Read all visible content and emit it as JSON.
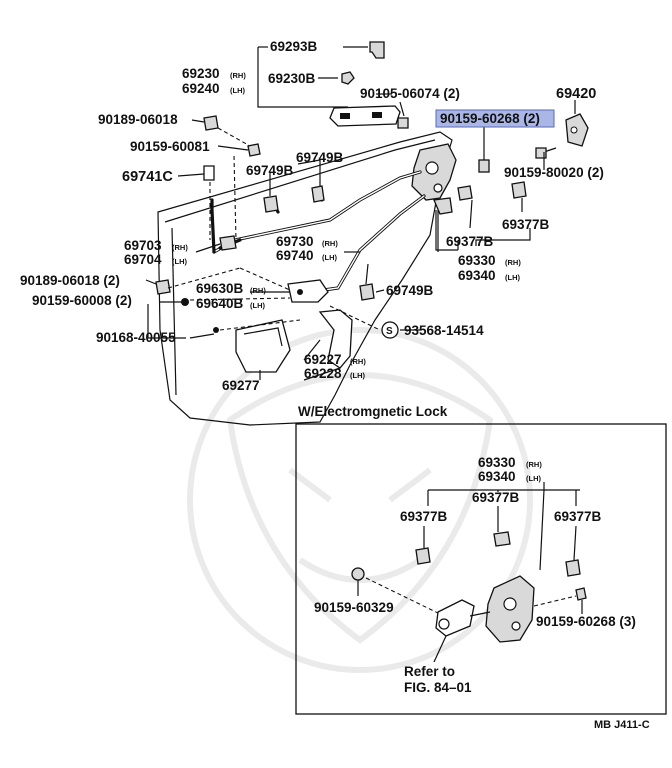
{
  "diagram_id": "MB J411-C",
  "inset": {
    "title": "W/Electromgnetic Lock",
    "refer_line1": "Refer to",
    "refer_line2": "FIG. 84–01"
  },
  "highlighted_part": "90159-60268 (2)",
  "labels": {
    "p69293B": "69293B",
    "p69230": "69230",
    "p69240": "69240",
    "p69230B": "69230B",
    "p90105": "90105-06074 (2)",
    "p69420": "69420",
    "p90189a": "90189-06018",
    "p90159_60268": "90159-60268 (2)",
    "p90159_60081": "90159-60081",
    "p69749B_a": "69749B",
    "p90159_80020": "90159-80020 (2)",
    "p69741C": "69741C",
    "p69749B_b": "69749B",
    "p69377B_a": "69377B",
    "p69377B_b": "69377B",
    "p69703": "69703",
    "p69704": "69704",
    "p69730": "69730",
    "p69740": "69740",
    "p69330": "69330",
    "p69340": "69340",
    "p90189b": "90189-06018 (2)",
    "p69630B": "69630B",
    "p69640B": "69640B",
    "p69749B_c": "69749B",
    "p90159_60008": "90159-60008 (2)",
    "p90168": "90168-40055",
    "p93568": "93568-14514",
    "p69227": "69227",
    "p69228": "69228",
    "p69277": "69277",
    "i69330": "69330",
    "i69340": "69340",
    "i69377B_a": "69377B",
    "i69377B_b": "69377B",
    "i69377B_c": "69377B",
    "i90159_60329": "90159-60329",
    "i90159_60268": "90159-60268 (3)"
  },
  "suffix": {
    "rh": "(RH)",
    "lh": "(LH)"
  }
}
